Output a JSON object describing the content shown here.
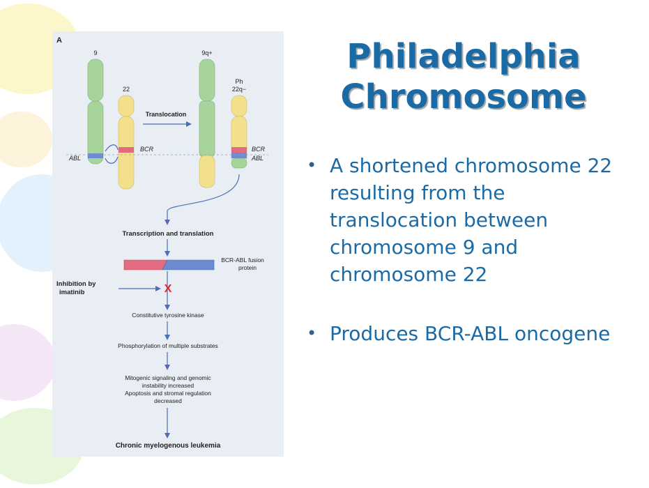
{
  "slide": {
    "title_line1": "Philadelphia",
    "title_line2": "Chromosome",
    "bullets": [
      "A shortened chromosome 22 resulting from the translocation between chromosome 9 and chromosome 22",
      "Produces BCR-ABL oncogene"
    ]
  },
  "figure": {
    "panel_label": "A",
    "chr9_label": "9",
    "chr22_label": "22",
    "chr9q_label": "9q+",
    "ph_label": "Ph",
    "ph22_label": "22q−",
    "translocation": "Translocation",
    "bcr": "BCR",
    "abl": "ABL",
    "bcr_right": "BCR",
    "abl_right": "ABL",
    "step_transcription": "Transcription and translation",
    "fusion_protein_line1": "BCR-ABL fusion",
    "fusion_protein_line2": "protein",
    "inhibition_line1": "Inhibition by",
    "inhibition_line2": "imatinib",
    "block_mark": "X",
    "step_kinase": "Constitutive tyrosine kinase",
    "step_phospho": "Phosphorylation of multiple substrates",
    "step_mito_line1": "Mitogenic signaling and genomic",
    "step_mito_line2": "instability increased",
    "step_mito_line3": "Apoptosis and stromal regulation",
    "step_mito_line4": "decreased",
    "step_cml": "Chronic myelogenous leukemia"
  },
  "colors": {
    "title": "#1a6aa6",
    "bullet_text": "#1a6aa6",
    "panel_bg": "#e9edf4",
    "chr9_green": "#a6d49a",
    "chr22_yellow": "#f3e08c",
    "bcr_pink": "#e26b7f",
    "abl_blue": "#6c8bd0",
    "arrow": "#4a6fb5",
    "inhibit_x": "#d9262f"
  }
}
